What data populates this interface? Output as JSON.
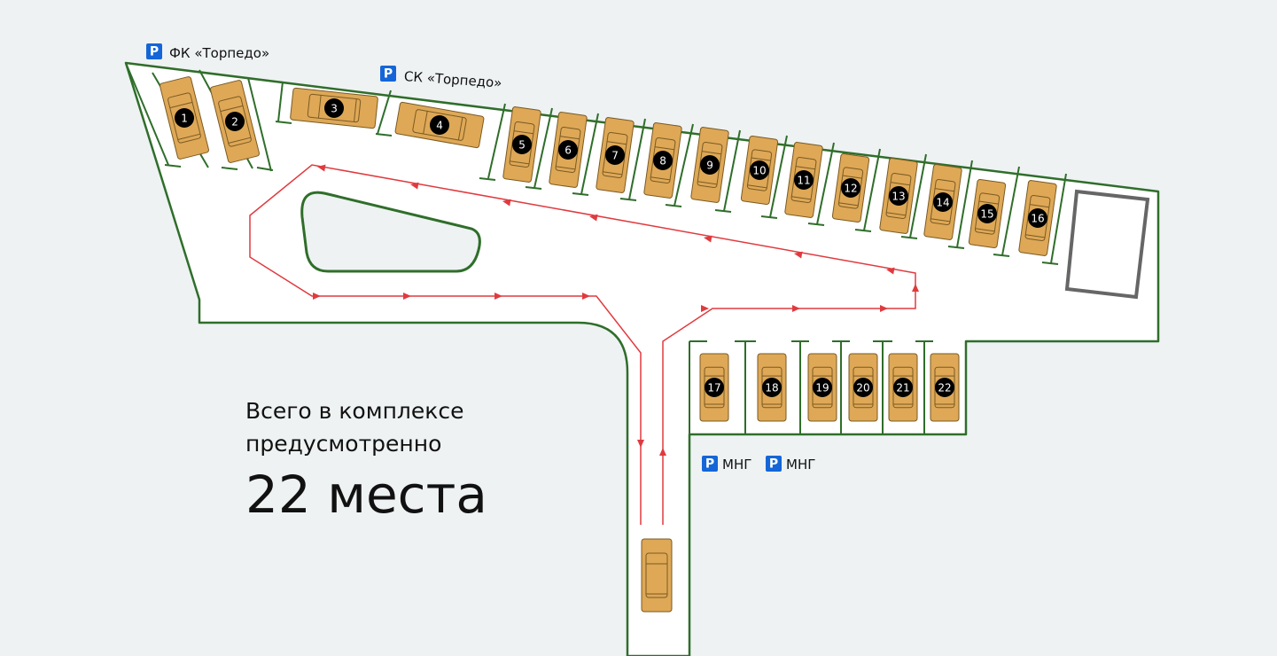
{
  "labels": {
    "fk": "ФК «Торпедо»",
    "sk": "СК «Торпедо»",
    "mng1": "МНГ",
    "mng2": "МНГ",
    "p_letter": "P"
  },
  "summary": {
    "line1": "Всего в комплексе",
    "line2": "предусмотренно",
    "total": "22 места"
  },
  "spots": [
    "1",
    "2",
    "3",
    "4",
    "5",
    "6",
    "7",
    "8",
    "9",
    "10",
    "11",
    "12",
    "13",
    "14",
    "15",
    "16",
    "17",
    "18",
    "19",
    "20",
    "21",
    "22"
  ],
  "colors": {
    "car": "#dea857",
    "route": "#e03a3e",
    "border": "#2f6e2a",
    "parking_sign": "#1466d8"
  }
}
